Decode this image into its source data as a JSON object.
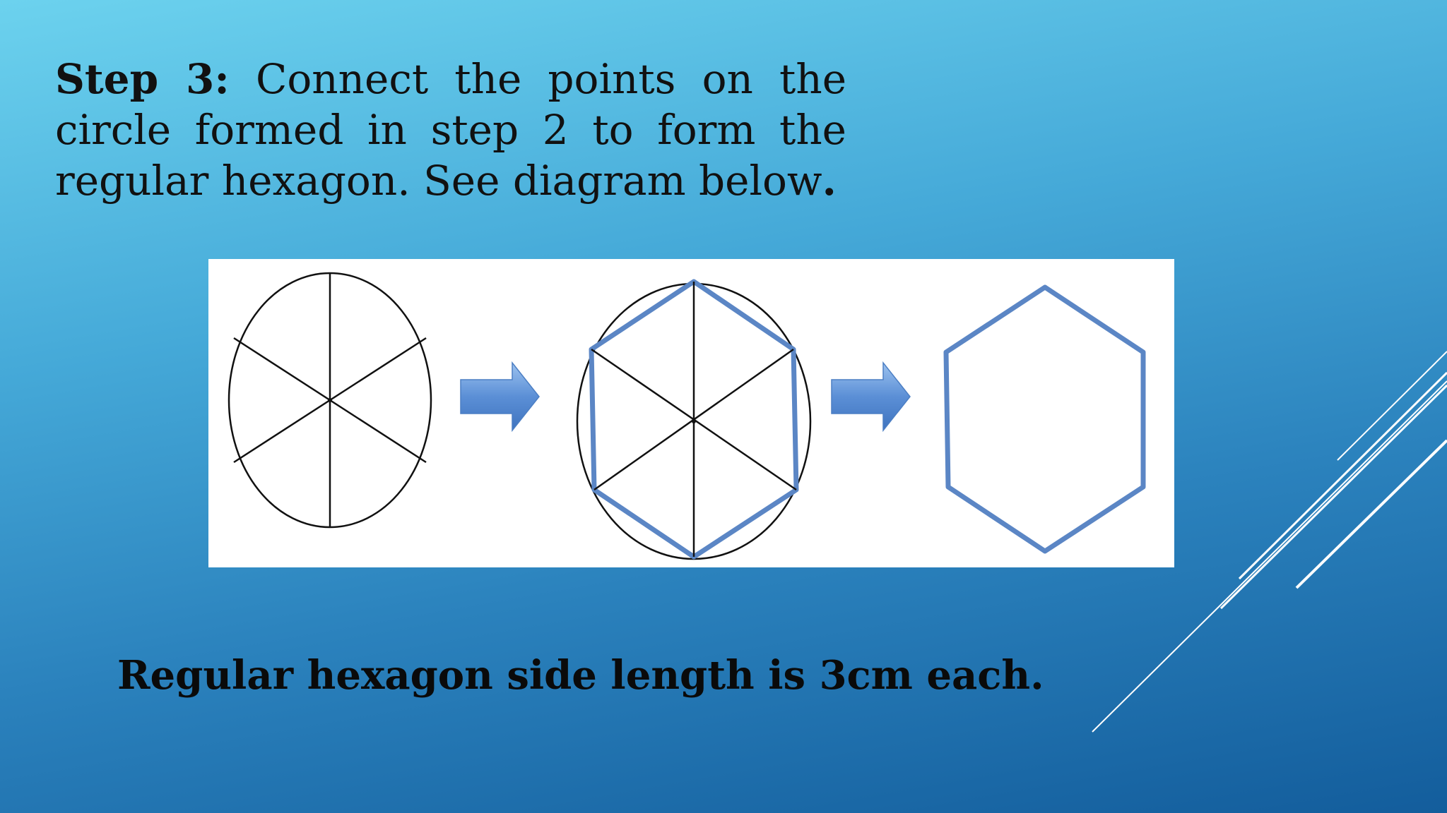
{
  "step": {
    "label": "Step 3:",
    "text": "Connect the points on the circle formed in step 2 to form the regular hexagon. See diagram below",
    "end_mark": "."
  },
  "diagram": {
    "panels": [
      "circle-divided-into-six",
      "hexagon-inscribed-in-circle",
      "regular-hexagon"
    ],
    "icons": [
      "arrow-right-icon",
      "arrow-right-icon"
    ],
    "colors": {
      "hexagon": "#5b86c5",
      "arrow": "#5b8fd6",
      "lines": "#111111"
    }
  },
  "caption": "Regular hexagon side length is 3cm each.",
  "colors": {
    "background_top": "#6cd2ee",
    "background_bottom": "#135d9c"
  }
}
